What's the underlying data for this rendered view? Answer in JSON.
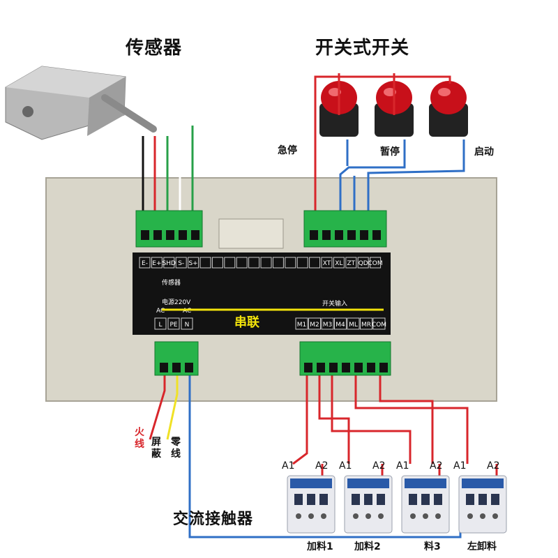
{
  "titles": {
    "sensor": "传感器",
    "switch": "开关式开关",
    "contactor": "交流接触器"
  },
  "switch_labels": {
    "pause": "暂停",
    "start": "启动",
    "stop": "急停"
  },
  "panel": {
    "top_terminals": [
      "E-",
      "E+",
      "SHD",
      "S-",
      "S+",
      "",
      "",
      "",
      "",
      "",
      "",
      "",
      "",
      "",
      "",
      "XT",
      "XL",
      "ZT",
      "QD",
      "COM"
    ],
    "sensor_caption": "传感器",
    "power_caption": "电源220V",
    "power_terminals": [
      "L",
      "PE",
      "N"
    ],
    "ac_marks": [
      "AC",
      "AC"
    ],
    "series_label": "串联",
    "switch_caption": "开关输入",
    "output_terminals": [
      "M1",
      "M2",
      "M3",
      "M4",
      "ML",
      "MR",
      "COM"
    ]
  },
  "wire_labels": {
    "live": "火线",
    "shield": "屏蔽",
    "neutral": "零线"
  },
  "contactors": {
    "pins": {
      "a1": "A1",
      "a2": "A2"
    },
    "captions": [
      "加料1",
      "加料2",
      "料3",
      "左卸料"
    ]
  },
  "colors": {
    "panel": "#d9d6c9",
    "display": "#121212",
    "terminal": "#27b34a",
    "wire_red": "#d8262b",
    "wire_blue": "#2f6fc6",
    "wire_yellow": "#f0e126",
    "button": "#c8101a"
  }
}
